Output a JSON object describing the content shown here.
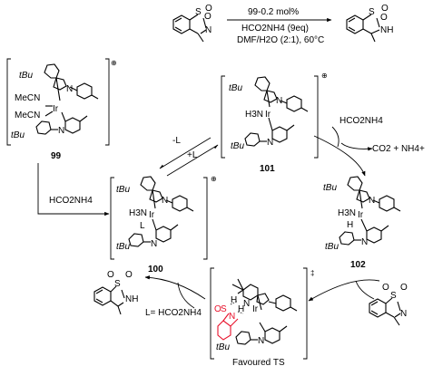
{
  "header": {
    "catalyst_loading": "99-0.2 mol%",
    "reagent": "HCO2NH4 (9eq)",
    "conditions": "DMF/H2O (2:1), 60°C"
  },
  "atoms": {
    "tBu": "tBu",
    "N": "N",
    "Ir": "Ir",
    "S": "S",
    "O": "O",
    "NH": "NH",
    "H": "H",
    "L": "L",
    "MeCN": "MeCN",
    "H3N": "H3N",
    "charge": "⊕",
    "ts_mark": "‡"
  },
  "compounds": {
    "c99": "99",
    "c100": "100",
    "c101": "101",
    "c102": "102",
    "favoured_ts": "Favoured TS"
  },
  "arrows": {
    "minus_L": "-L",
    "plus_L": "+L",
    "left_reagent": "HCO2NH4",
    "right_reagent": "HCO2NH4",
    "byproducts": "CO2 + NH4+",
    "l_definition": "L= HCO2NH4"
  }
}
